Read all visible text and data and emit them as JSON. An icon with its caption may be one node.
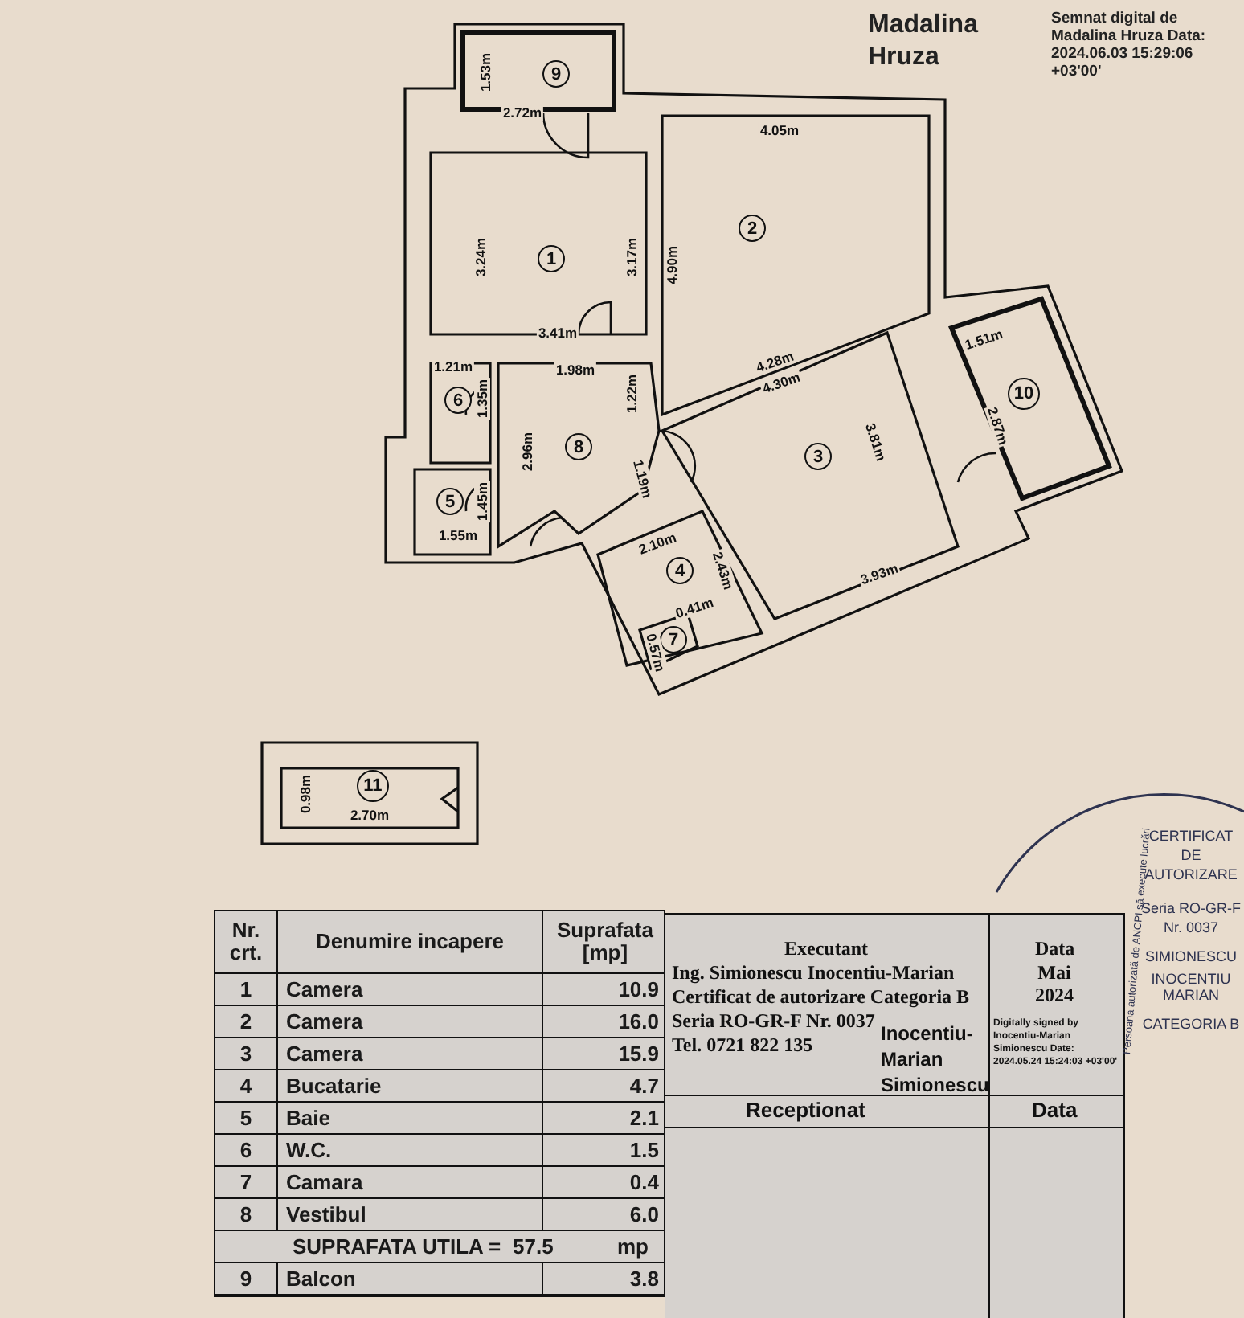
{
  "diagram": {
    "nodes": [
      {
        "text": [
          "1"
        ]
      },
      {
        "text": [
          "2"
        ]
      },
      {
        "text": [
          "3"
        ]
      },
      {
        "text": [
          "4"
        ]
      },
      {
        "text": [
          "5"
        ]
      },
      {
        "text": [
          "6"
        ]
      },
      {
        "text": [
          "7"
        ]
      },
      {
        "text": [
          "8"
        ]
      },
      {
        "text": [
          "9"
        ]
      },
      {
        "text": [
          "10"
        ]
      },
      {
        "text": [
          "11"
        ]
      }
    ],
    "labels": [
      "Madalina Hruza",
      "Semnat digital de Madalina Hruza Data: 2024.06.03 15:29:06 +03'00'",
      "1.53m",
      "2.72m",
      "4.05m",
      "3.24m",
      "3.17m",
      "4.90m",
      "3.41m",
      "1.21m",
      "1.98m",
      "1.22m",
      "4.28m",
      "4.30m",
      "1.35m",
      "2.96m",
      "1.19m",
      "3.81m",
      "1.51m",
      "2.87m",
      "1.45m",
      "1.55m",
      "2.10m",
      "2.43m",
      "3.93m",
      "0.41m",
      "0.57m",
      "0.98m",
      "2.70m",
      "Nr. crt.",
      "Denumire incapere",
      "Suprafata [mp]",
      "1",
      "Camera",
      "10.9",
      "2",
      "Camera",
      "16.0",
      "3",
      "Camera",
      "15.9",
      "4",
      "Bucatarie",
      "4.7",
      "5",
      "Baie",
      "2.1",
      "6",
      "W.C.",
      "1.5",
      "7",
      "Camara",
      "0.4",
      "8",
      "Vestibul",
      "6.0",
      "SUPRAFATA UTILA =",
      "57.5",
      "mp",
      "9",
      "Balcon",
      "3.8",
      "Executant",
      "Ing. Simionescu Inocentiu-Marian",
      "Certificat de autorizare Categoria B",
      "Seria RO-GR-F Nr. 0037",
      "Tel. 0721 822 135",
      "Inocentiu-Marian Simionescu",
      "Data",
      "Mai 2024",
      "Digitally signed by Inocentiu-Marian Simionescu Date: 2024.05.24 15:24:03 +03'00'",
      "Receptionat",
      "Data",
      "Persoana autorizată de ANCPI să execute lucrări",
      "CERTIFICAT",
      "DE",
      "AUTORIZARE",
      "Seria RO-GR-F",
      "Nr. 0037",
      "SIMIONESCU",
      "INOCENTIU MARIAN",
      "CATEGORIA B"
    ]
  }
}
